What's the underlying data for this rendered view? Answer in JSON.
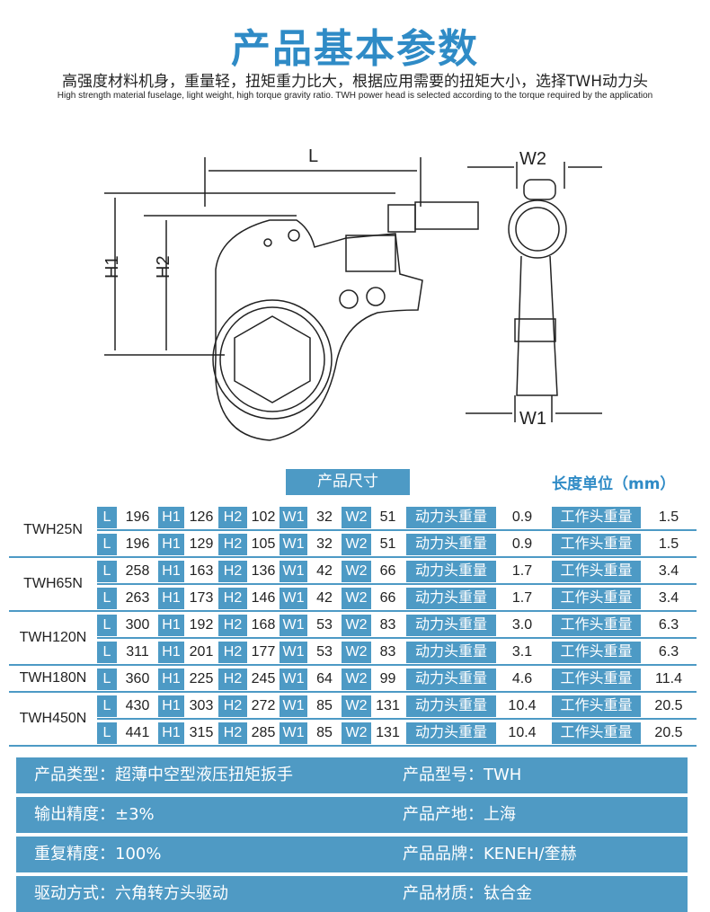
{
  "header": {
    "title": "产品基本参数",
    "subtitle_cn": "高强度材料机身，重量轻，扭矩重力比大，根据应用需要的扭矩大小，选择TWH动力头",
    "subtitle_en": "High strength material fuselage, light weight, high torque gravity ratio. TWH power head is selected according to the torque required by the application"
  },
  "diagram": {
    "labels": {
      "L": "L",
      "H1": "H1",
      "H2": "H2",
      "W1": "W1",
      "W2": "W2"
    }
  },
  "table": {
    "heading": "产品尺寸",
    "unit": "长度单位（mm）",
    "keys": {
      "L": "L",
      "H1": "H1",
      "H2": "H2",
      "W1": "W1",
      "W2": "W2",
      "power": "动力头重量",
      "work": "工作头重量"
    },
    "models": [
      "TWH25N",
      "TWH65N",
      "TWH120N",
      "TWH180N",
      "TWH450N"
    ],
    "rows": [
      {
        "L": "196",
        "H1": "126",
        "H2": "102",
        "W1": "32",
        "W2": "51",
        "power": "0.9",
        "work": "1.5"
      },
      {
        "L": "196",
        "H1": "129",
        "H2": "105",
        "W1": "32",
        "W2": "51",
        "power": "0.9",
        "work": "1.5"
      },
      {
        "L": "258",
        "H1": "163",
        "H2": "136",
        "W1": "42",
        "W2": "66",
        "power": "1.7",
        "work": "3.4"
      },
      {
        "L": "263",
        "H1": "173",
        "H2": "146",
        "W1": "42",
        "W2": "66",
        "power": "1.7",
        "work": "3.4"
      },
      {
        "L": "300",
        "H1": "192",
        "H2": "168",
        "W1": "53",
        "W2": "83",
        "power": "3.0",
        "work": "6.3"
      },
      {
        "L": "311",
        "H1": "201",
        "H2": "177",
        "W1": "53",
        "W2": "83",
        "power": "3.1",
        "work": "6.3"
      },
      {
        "L": "360",
        "H1": "225",
        "H2": "245",
        "W1": "64",
        "W2": "99",
        "power": "4.6",
        "work": "11.4"
      },
      {
        "L": "430",
        "H1": "303",
        "H2": "272",
        "W1": "85",
        "W2": "131",
        "power": "10.4",
        "work": "20.5"
      },
      {
        "L": "441",
        "H1": "315",
        "H2": "285",
        "W1": "85",
        "W2": "131",
        "power": "10.4",
        "work": "20.5"
      }
    ]
  },
  "info": [
    [
      "产品类型：超薄中空型液压扭矩扳手",
      "产品型号：TWH"
    ],
    [
      "输出精度：±3%",
      "产品产地：上海"
    ],
    [
      "重复精度：100%",
      "产品品牌：KENEH/奎赫"
    ],
    [
      "驱动方式：六角转方头驱动",
      "产品材质：钛合金"
    ]
  ],
  "colors": {
    "accent": "#4d9ac5",
    "title": "#2f8bc6"
  }
}
